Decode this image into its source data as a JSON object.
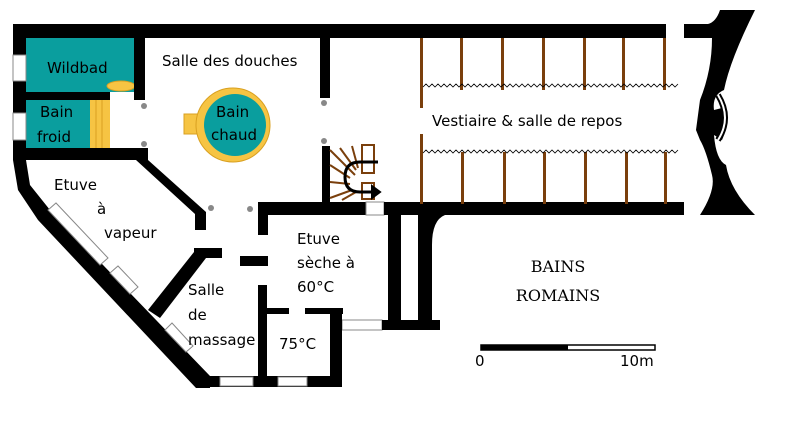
{
  "plan": {
    "rooms": {
      "wildbad": "Wildbad",
      "bain_froid": [
        "Bain",
        "froid"
      ],
      "salle_douches": "Salle des douches",
      "bain_chaud": [
        "Bain",
        "chaud"
      ],
      "vestiaire": "Vestiaire & salle de repos",
      "etuve_vapeur": [
        "Etuve",
        "à",
        "vapeur"
      ],
      "etuve_seche": [
        "Etuve",
        "sèche à",
        "60°C"
      ],
      "salle_massage": [
        "Salle",
        "de",
        "massage"
      ],
      "etuve_75": "75°C"
    },
    "title": [
      "BAINS",
      "ROMAINS"
    ],
    "scale": {
      "start": "0",
      "end": "10m"
    },
    "colors": {
      "pool": "#0a9e9e",
      "gold": "#f6c443",
      "wood": "#7a3f0c",
      "wall": "#000000"
    }
  }
}
